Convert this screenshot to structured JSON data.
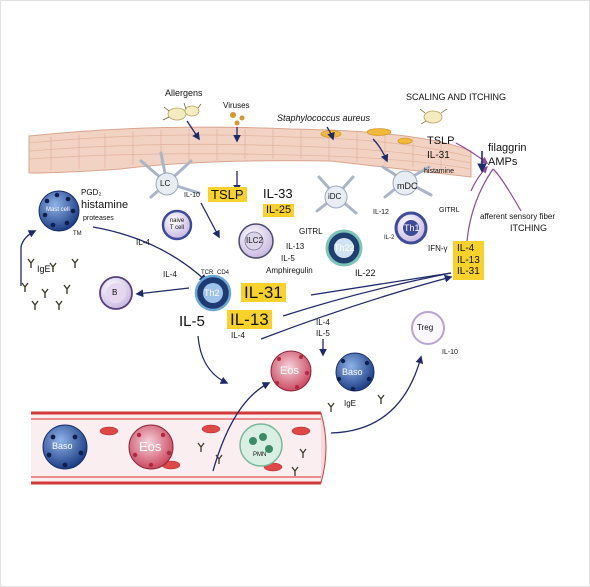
{
  "colors": {
    "skin": "#f2d2c2",
    "skin_line": "#d9a48e",
    "highlight": "#f6d22b",
    "arrow": "#1f2a6b",
    "vessel": "#d23a3a",
    "purple_arrow": "#8b4b9a"
  },
  "top": {
    "allergens": "Allergens",
    "viruses": "Viruses",
    "staph": "Staphylococcus aureus",
    "scaling": "SCALING AND ITCHING"
  },
  "epidermis": {
    "tslp": "TSLP",
    "il31": "IL-31",
    "histamine": "histamine",
    "filaggrin": "filaggrin",
    "amps": "AMPs",
    "afferent": "afferent sensory fiber",
    "itching": "ITCHING"
  },
  "cells": {
    "lc": "LC",
    "il10_lc": "IL-10",
    "naive_t": "naive\nT cell",
    "mast": "Mast cell",
    "pgd2": "PGD₂",
    "histamine": "histamine",
    "proteases": "proteases",
    "tm": "TM",
    "il4_mast": "IL-4",
    "ige": "IgE",
    "b": "B",
    "il4_b": "IL-4",
    "th2": "Th2",
    "th2_tcr": "TCR",
    "th2_cd4": "CD4",
    "il31": "IL-31",
    "il5": "IL-5",
    "il13": "IL-13",
    "il4_th2": "IL-4",
    "tslp": "TSLP",
    "il33": "IL-33",
    "il25": "IL-25",
    "ilc2": "ILC2",
    "ilc2_il13": "IL-13",
    "ilc2_il5": "IL-5",
    "amphiregulin": "Amphiregulin",
    "idc": "iDC",
    "th22": "Th22",
    "il22": "IL-22",
    "gitrl_left": "GITRL",
    "mdc": "mDC",
    "th1": "Th1",
    "il12": "IL-12",
    "il2": "IL-2",
    "gitrl_right": "GITRL",
    "ifng": "IFN-γ",
    "box_il4": "IL-4",
    "box_il13": "IL-13",
    "box_il31": "IL-31",
    "il4_eos": "IL-4",
    "il5_eos": "IL-5",
    "eos": "Eos",
    "baso": "Baso",
    "ige_baso": "IgE",
    "treg": "Treg",
    "il10_treg": "IL-10"
  },
  "vessel": {
    "baso": "Baso",
    "eos": "Eos",
    "pmn": "PMN"
  }
}
